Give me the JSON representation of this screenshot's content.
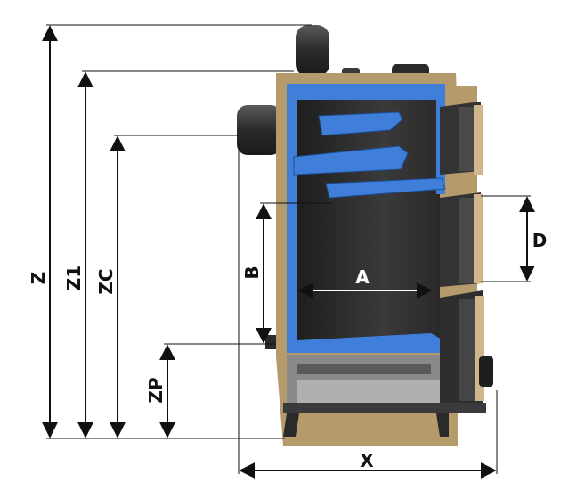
{
  "labels": {
    "z": "Z",
    "z1": "Z1",
    "zc": "ZC",
    "b": "B",
    "zp": "ZP",
    "a": "A",
    "d": "D",
    "x": "X"
  },
  "colors": {
    "water_jacket": "#3f7fd9",
    "insulation": "#b59a6c",
    "steel_dark": "#2b2b2b",
    "steel_mid": "#555555",
    "steel_light": "#8a8a8a",
    "door_panel": "#3a3a3a",
    "dimension_line": "#111111"
  }
}
